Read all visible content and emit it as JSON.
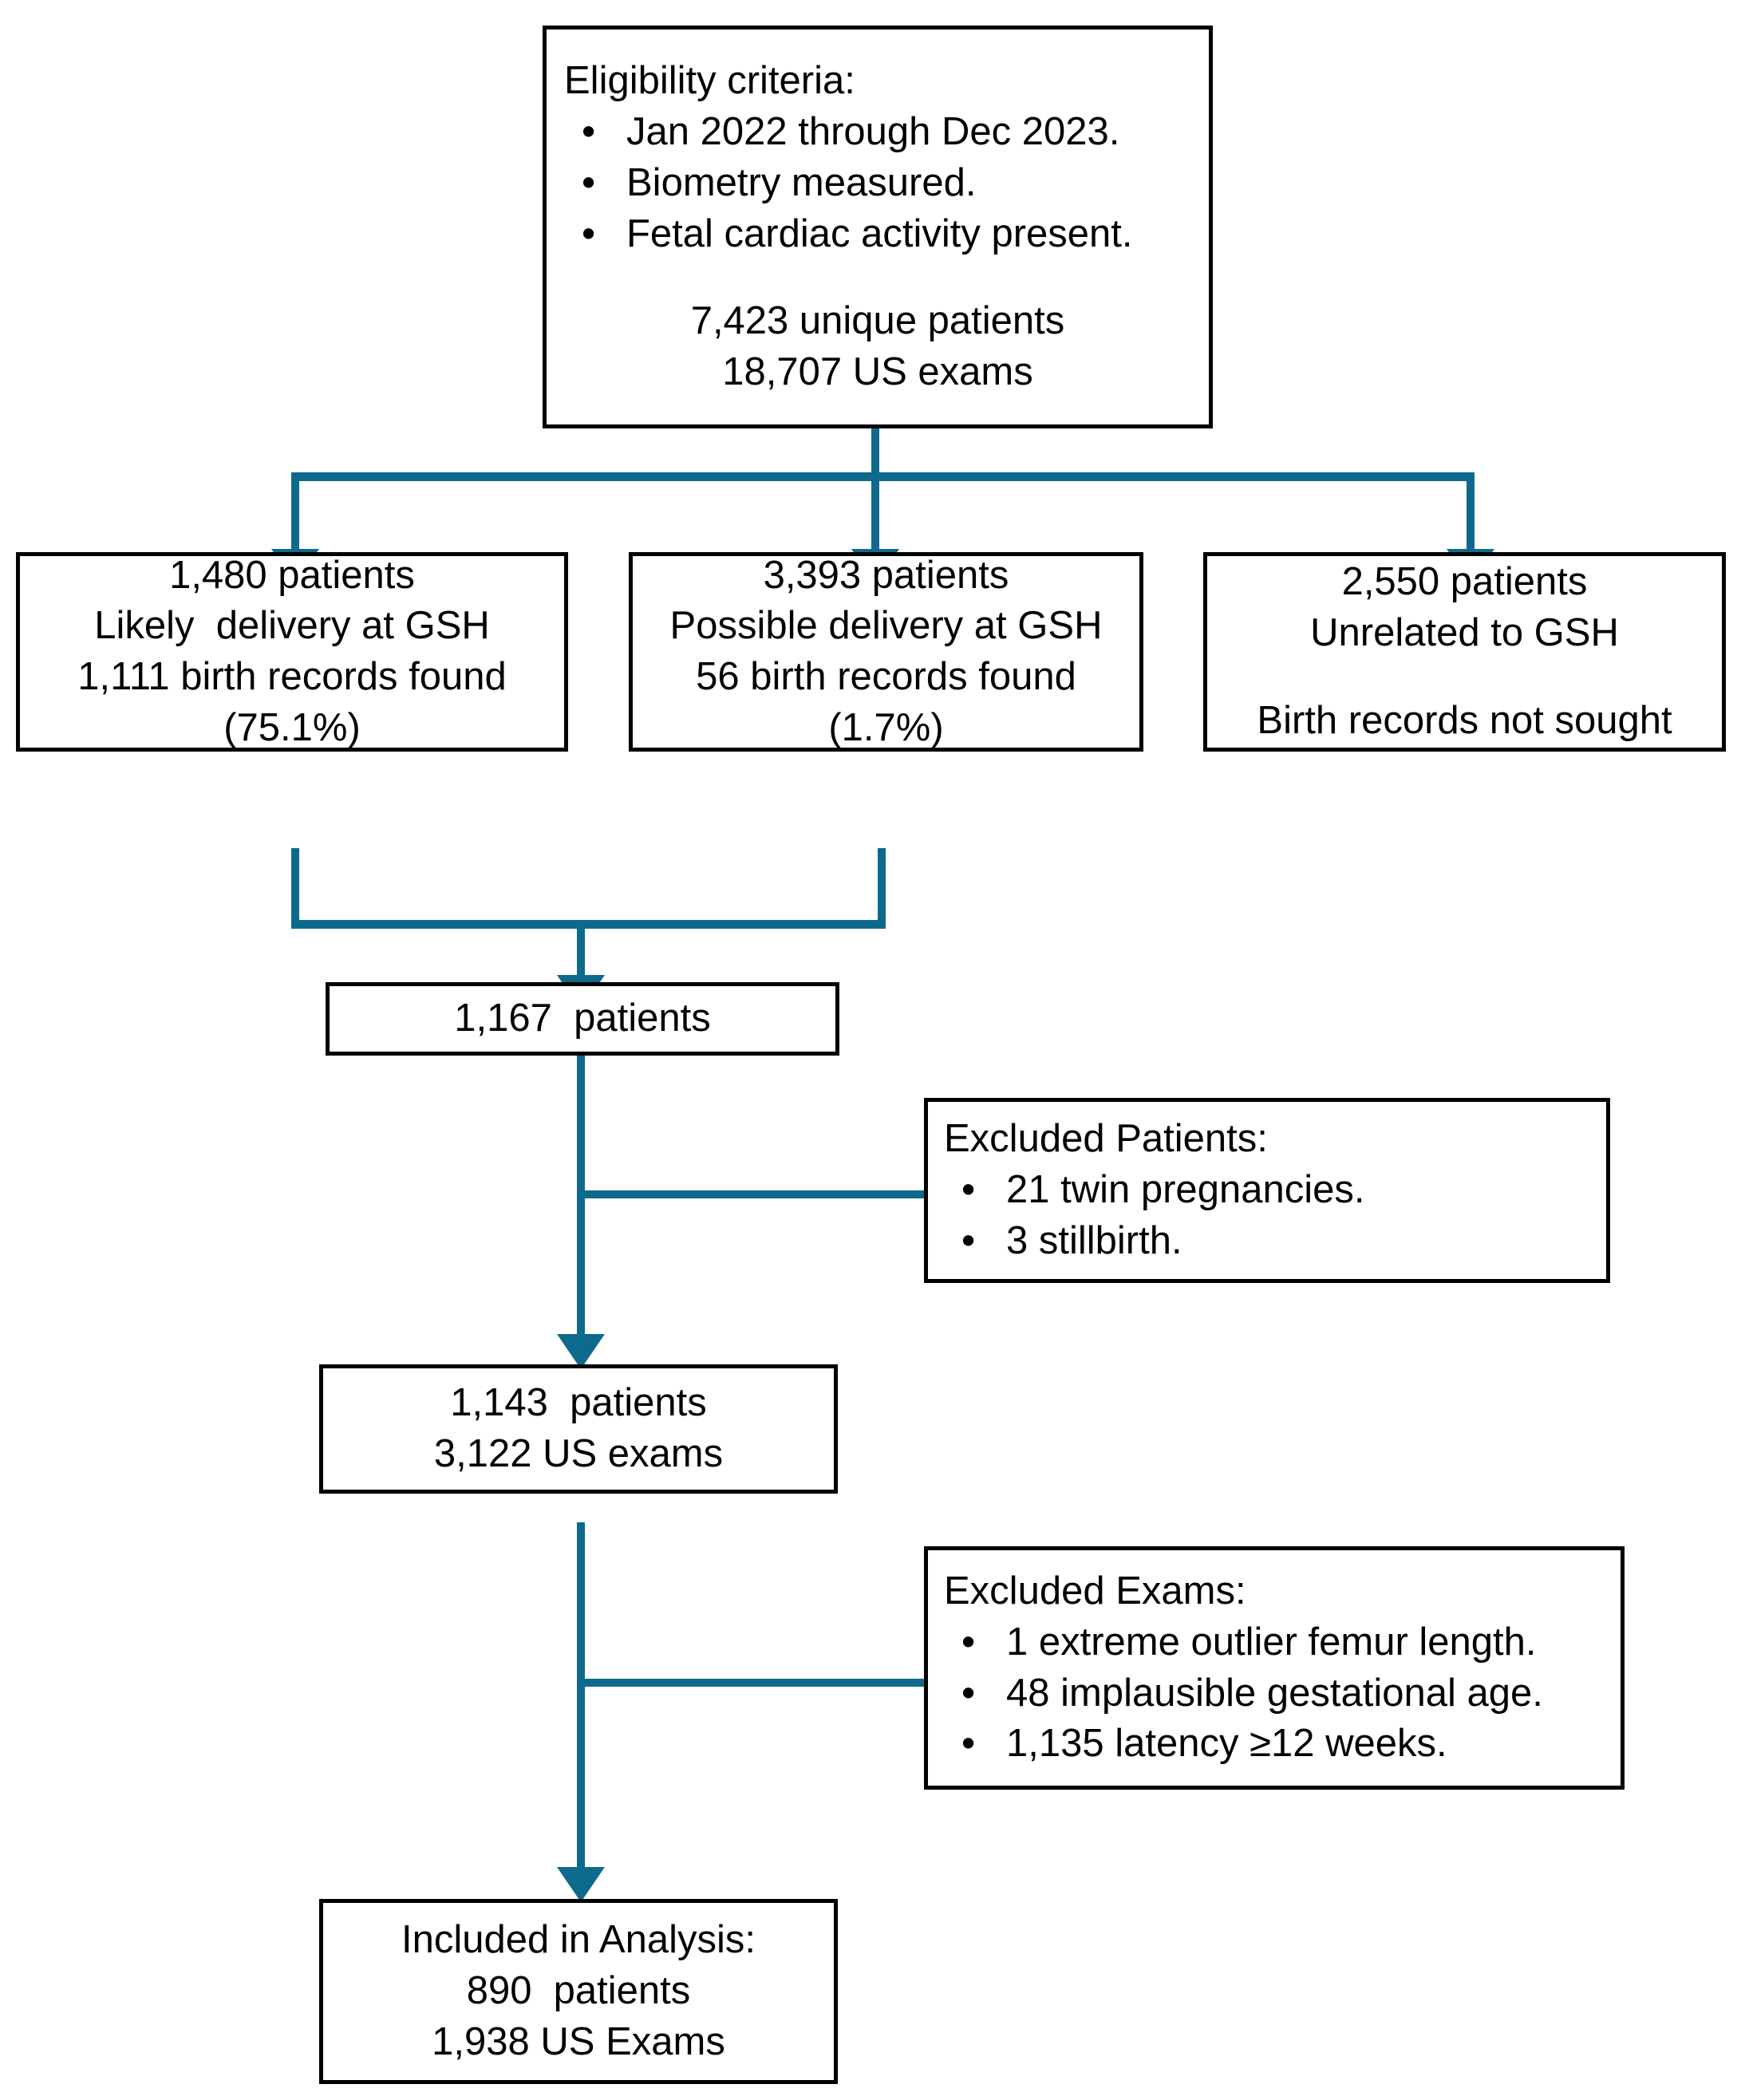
{
  "diagram": {
    "title": "Study cohort selection flow diagram",
    "accent_color": "#0E6A8C",
    "border_color": "#000000",
    "background_color": "#FFFFFF"
  },
  "nodes": {
    "eligibility": {
      "heading": "Eligibility criteria:",
      "bullets": [
        "Jan 2022 through Dec 2023.",
        "Biometry measured.",
        "Fetal cardiac activity present."
      ],
      "totals": [
        "7,423 unique patients",
        "18,707 US exams"
      ]
    },
    "likely": {
      "line1": "1,480 patients",
      "line2": "Likely  delivery at GSH",
      "line3": "1,111 birth records found",
      "line4": "(75.1%)"
    },
    "possible": {
      "line1": "3,393 patients",
      "line2": "Possible delivery at GSH",
      "line3": "56 birth records found",
      "line4": "(1.7%)"
    },
    "unrelated": {
      "line1": "2,550 patients",
      "line2": "Unrelated to GSH",
      "line3": "Birth records not sought"
    },
    "merged": {
      "line1": "1,167  patients"
    },
    "excluded_patients": {
      "heading": "Excluded Patients:",
      "bullets": [
        "21 twin pregnancies.",
        "3 stillbirth."
      ]
    },
    "after_patient_exclusion": {
      "line1": "1,143  patients",
      "line2": "3,122 US exams"
    },
    "excluded_exams": {
      "heading": "Excluded Exams:",
      "bullets": [
        "1 extreme outlier femur length.",
        "48 implausible gestational age.",
        "1,135 latency ≥12 weeks."
      ]
    },
    "included": {
      "line1": "Included in Analysis:",
      "line2": "890  patients",
      "line3": "1,938 US Exams"
    }
  }
}
